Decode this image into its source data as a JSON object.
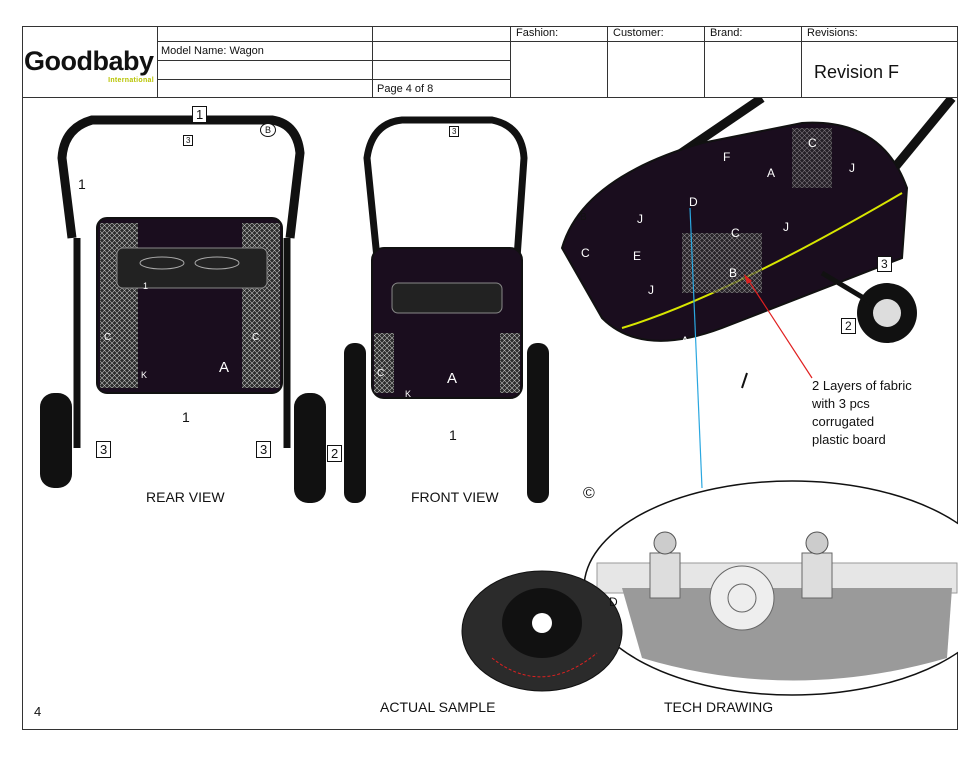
{
  "header": {
    "logo_text": "Goodbaby",
    "logo_sub": "International",
    "model_name": "Model Name: Wagon",
    "page": "Page 4 of 8",
    "fashion_label": "Fashion:",
    "customer_label": "Customer:",
    "brand_label": "Brand:",
    "revisions_label": "Revisions:",
    "revision_value": "Revision F"
  },
  "views": {
    "rear": "REAR VIEW",
    "front": "FRONT VIEW",
    "copyright": "©",
    "actual_sample": "ACTUAL SAMPLE",
    "tech_drawing": "TECH DRAWING"
  },
  "note": {
    "line1": "2 Layers of fabric",
    "line2": "with 3 pcs",
    "line3": "corrugated",
    "line4": "plastic board"
  },
  "callouts": {
    "one": "1",
    "two": "2",
    "three": "3",
    "A": "A",
    "B": "B",
    "C": "C",
    "D": "D",
    "E": "E",
    "F": "F",
    "J": "J",
    "K": "K"
  },
  "footer": {
    "page_number": "4"
  },
  "colors": {
    "frame": "#111111",
    "fabric": "#1a0d1e",
    "accent_yellow": "#d8e600",
    "arrow_red": "#e02020",
    "arrow_blue": "#2aa7e0"
  }
}
